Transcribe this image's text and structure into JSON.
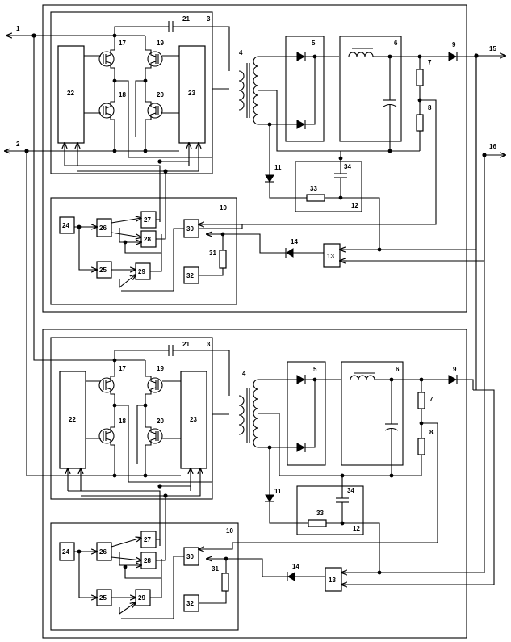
{
  "diagram": {
    "external_terminals": {
      "t1": "1",
      "t2": "2",
      "t15": "15",
      "t16": "16"
    },
    "modules": [
      {
        "labels": {
          "inverter_block": "3",
          "transformer": "4",
          "rectifier": "5",
          "filter": "6",
          "resistor_upper": "7",
          "resistor_lower": "8",
          "output_diode": "9",
          "control_block": "10",
          "aux_diode": "11",
          "rc_block": "12",
          "comparator": "13",
          "feedback_diode": "14",
          "transistor_a": "17",
          "transistor_b": "18",
          "transistor_c": "19",
          "transistor_d": "20",
          "capacitor_top": "21",
          "driver_left": "22",
          "driver_right": "23",
          "oscillator": "24",
          "divider": "25",
          "trigger": "26",
          "gate_a": "27",
          "gate_b": "28",
          "gate_c": "29",
          "pwm": "30",
          "resistor_fb": "31",
          "reference": "32",
          "resistor_rc": "33",
          "capacitor_rc": "34"
        }
      },
      {
        "labels": {
          "inverter_block": "3",
          "transformer": "4",
          "rectifier": "5",
          "filter": "6",
          "resistor_upper": "7",
          "resistor_lower": "8",
          "output_diode": "9",
          "control_block": "10",
          "aux_diode": "11",
          "rc_block": "12",
          "comparator": "13",
          "feedback_diode": "14",
          "transistor_a": "17",
          "transistor_b": "18",
          "transistor_c": "19",
          "transistor_d": "20",
          "capacitor_top": "21",
          "driver_left": "22",
          "driver_right": "23",
          "oscillator": "24",
          "divider": "25",
          "trigger": "26",
          "gate_a": "27",
          "gate_b": "28",
          "gate_c": "29",
          "pwm": "30",
          "resistor_fb": "31",
          "reference": "32",
          "resistor_rc": "33",
          "capacitor_rc": "34"
        }
      }
    ]
  }
}
